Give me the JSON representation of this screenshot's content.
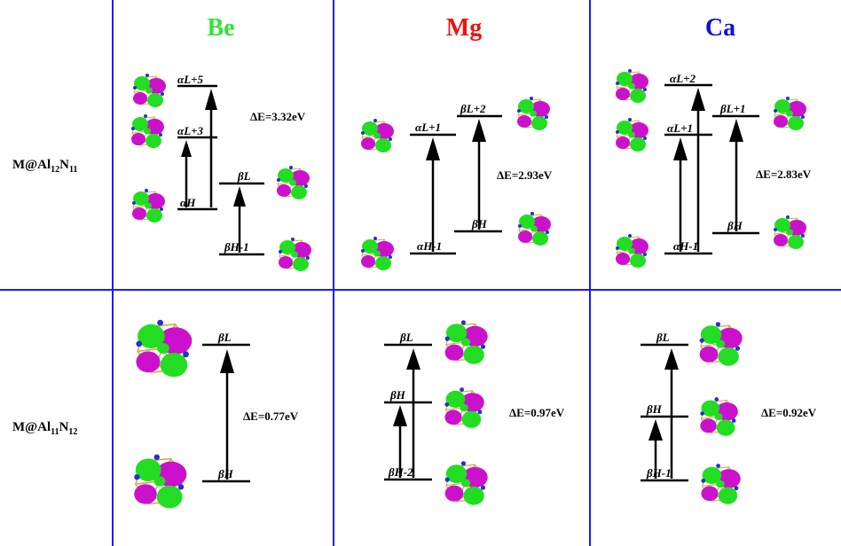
{
  "columns": [
    {
      "label": "Be",
      "color": "#33e333"
    },
    {
      "label": "Mg",
      "color": "#ee1111"
    },
    {
      "label": "Ca",
      "color": "#1111dd"
    }
  ],
  "rows": [
    {
      "base": "M@Al",
      "sub1": "12",
      "mid": "N",
      "sub2": "11"
    },
    {
      "base": "M@Al",
      "sub1": "11",
      "mid": "N",
      "sub2": "12"
    }
  ],
  "panels": {
    "r1_be": {
      "levels": {
        "aL5": "αL+5",
        "aL3": "αL+3",
        "aH": "αH",
        "bL": "βL",
        "bH1": "βH-1"
      },
      "gap": "ΔE=3.32eV"
    },
    "r1_mg": {
      "levels": {
        "aL1": "αL+1",
        "bL2": "βL+2",
        "bH": "βH",
        "aH1": "αH-1"
      },
      "gap": "ΔE=2.93eV"
    },
    "r1_ca": {
      "levels": {
        "aL2": "αL+2",
        "aL1": "αL+1",
        "bL1": "βL+1",
        "bH": "βH",
        "aH1": "αH-1"
      },
      "gap": "ΔE=2.83eV"
    },
    "r2_be": {
      "levels": {
        "bL": "βL",
        "bH": "βH"
      },
      "gap": "ΔE=0.77eV"
    },
    "r2_mg": {
      "levels": {
        "bL": "βL",
        "bH": "βH",
        "bH2": "βH-2"
      },
      "gap": "ΔE=0.97eV"
    },
    "r2_ca": {
      "levels": {
        "bL": "βL",
        "bH": "βH",
        "bH1": "βH-1"
      },
      "gap": "ΔE=0.92eV"
    }
  },
  "colors": {
    "grid": "#1a1aff",
    "orbital_green": "#22dd22",
    "orbital_magenta": "#cc11cc",
    "cage_bond": "#d4a537",
    "atom_blue": "#2233cc"
  },
  "icons": [
    "orbital-isosurface-icon",
    "up-arrow-icon"
  ]
}
